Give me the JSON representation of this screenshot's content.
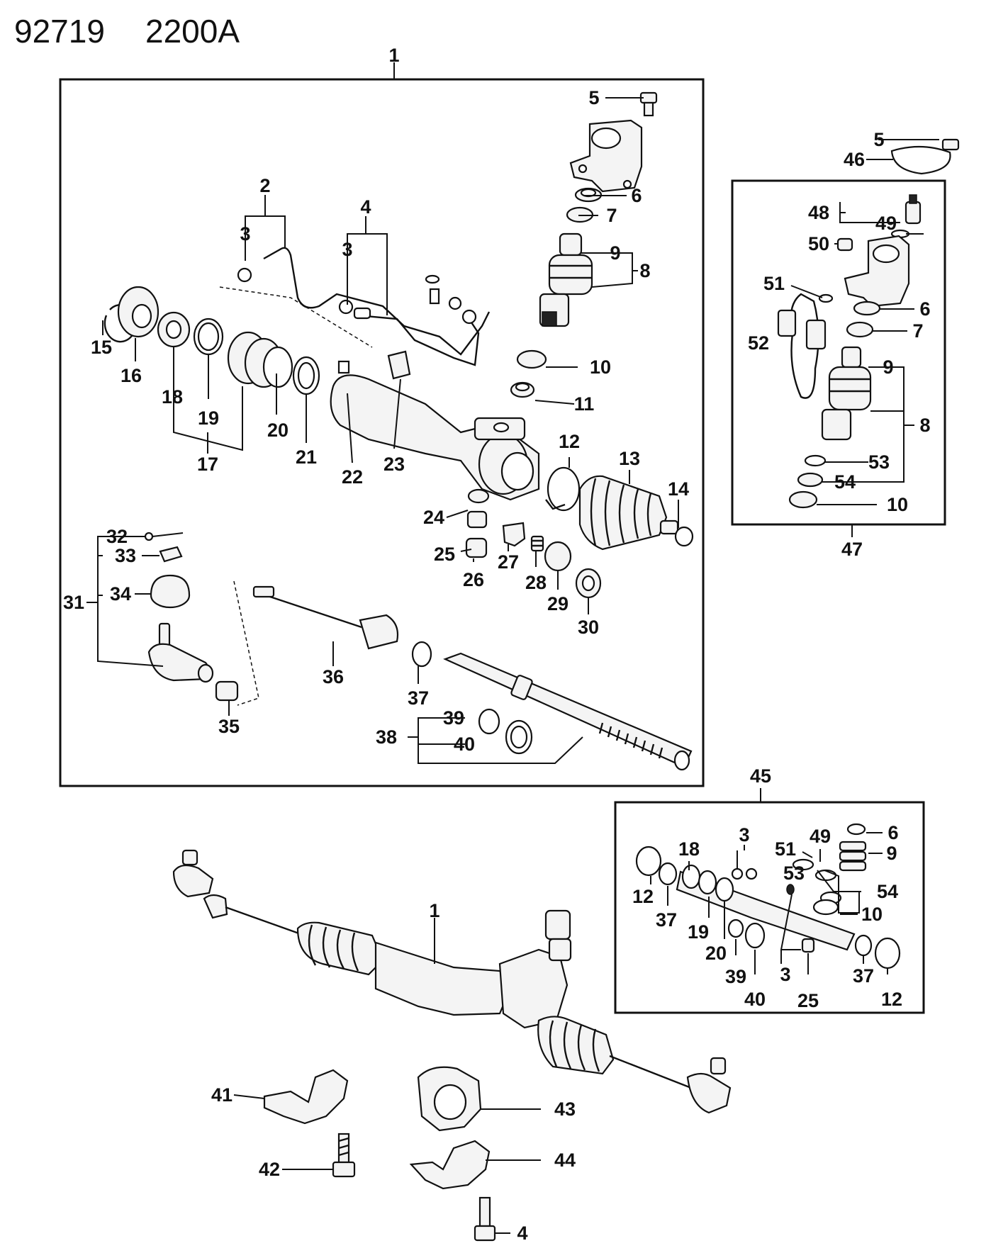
{
  "header": {
    "diagram_code": "92719",
    "figure_code": "2200A"
  },
  "labels": {
    "l1a": "1",
    "l1b": "1",
    "l2": "2",
    "l3a": "3",
    "l3b": "3",
    "l3c": "3",
    "l3d": "3",
    "l4a": "4",
    "l4b": "4",
    "l5a": "5",
    "l5b": "5",
    "l6a": "6",
    "l6b": "6",
    "l6c": "6",
    "l7a": "7",
    "l7b": "7",
    "l8a": "8",
    "l8b": "8",
    "l9a": "9",
    "l9b": "9",
    "l9c": "9",
    "l10a": "10",
    "l10b": "10",
    "l10c": "10",
    "l11": "11",
    "l12a": "12",
    "l12b": "12",
    "l12c": "12",
    "l13": "13",
    "l14": "14",
    "l15": "15",
    "l16": "16",
    "l17": "17",
    "l18a": "18",
    "l18b": "18",
    "l19a": "19",
    "l19b": "19",
    "l20a": "20",
    "l20b": "20",
    "l21": "21",
    "l22": "22",
    "l23": "23",
    "l24": "24",
    "l25a": "25",
    "l25b": "25",
    "l26": "26",
    "l27": "27",
    "l28": "28",
    "l29": "29",
    "l30": "30",
    "l31": "31",
    "l32": "32",
    "l33": "33",
    "l34": "34",
    "l35": "35",
    "l36": "36",
    "l37a": "37",
    "l37b": "37",
    "l37c": "37",
    "l38": "38",
    "l39a": "39",
    "l39b": "39",
    "l40a": "40",
    "l40b": "40",
    "l41": "41",
    "l42": "42",
    "l43": "43",
    "l44": "44",
    "l45": "45",
    "l46": "46",
    "l47": "47",
    "l48": "48",
    "l49a": "49",
    "l49b": "49",
    "l50": "50",
    "l51a": "51",
    "l51b": "51",
    "l52": "52",
    "l53a": "53",
    "l53b": "53",
    "l54a": "54",
    "l54b": "54"
  }
}
